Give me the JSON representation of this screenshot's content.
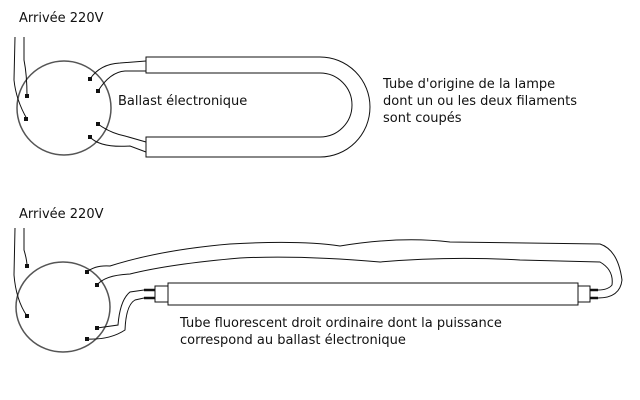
{
  "diagram1": {
    "input_label": "Arrivée 220V",
    "ballast_label": "Ballast électronique",
    "tube_note": [
      "Tube d'origine de la lampe",
      "dont un ou les deux filaments",
      "sont coupés"
    ]
  },
  "diagram2": {
    "input_label": "Arrivée 220V",
    "tube_note": [
      "Tube fluorescent droit ordinaire dont la puissance",
      "correspond au ballast électronique"
    ]
  },
  "colors": {
    "line": "#111111",
    "circle": "#555555"
  }
}
